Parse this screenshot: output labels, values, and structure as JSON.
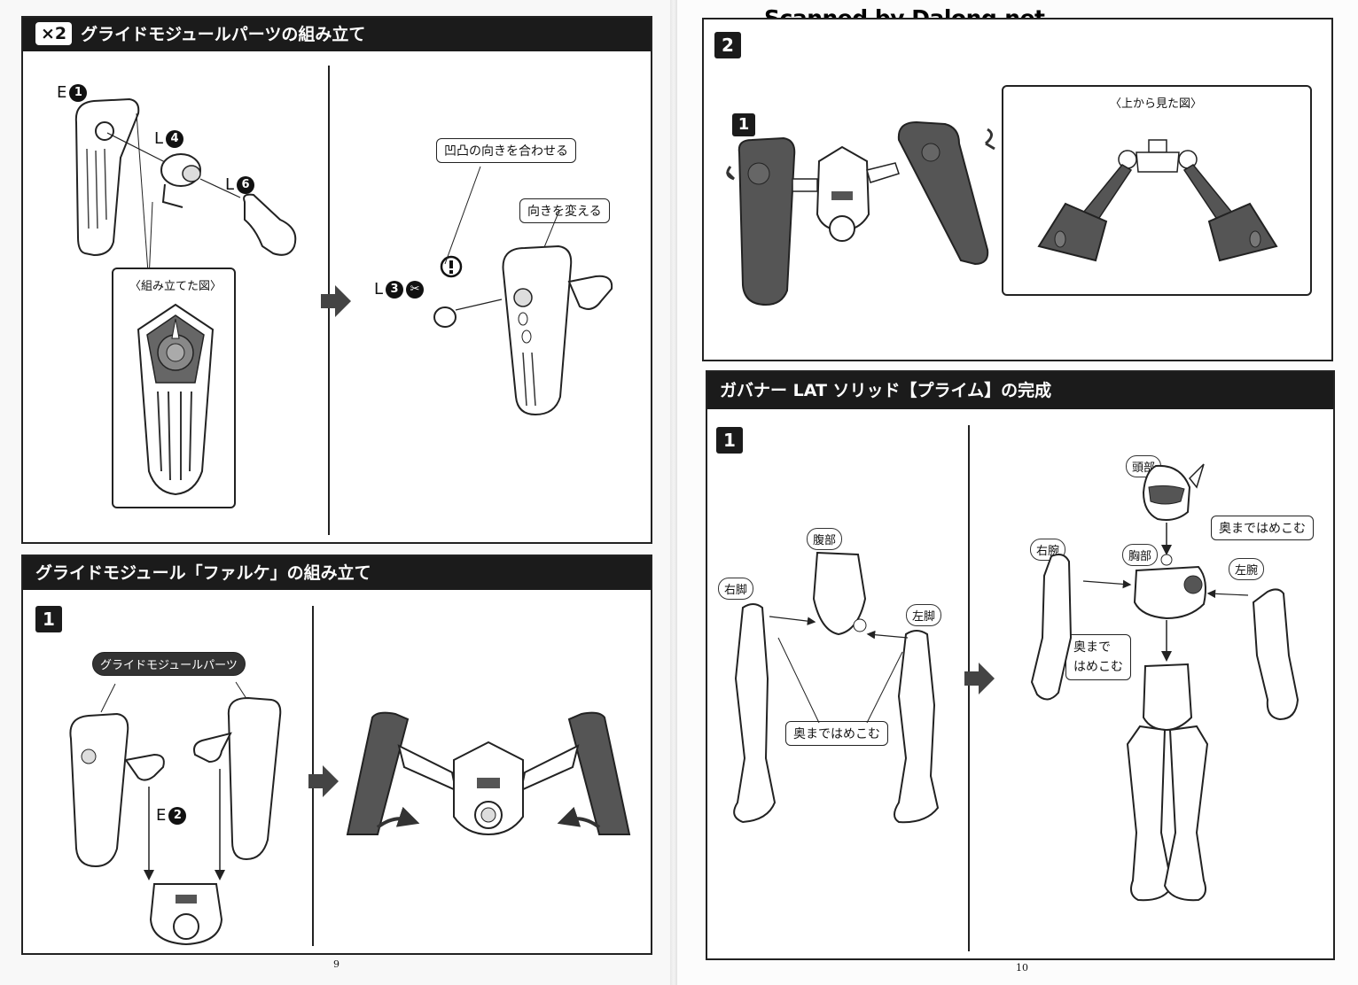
{
  "watermark": "Scanned by Dalong.net",
  "left_page": {
    "page_number": "9",
    "section1": {
      "multiplier": "×2",
      "title": "グライドモジュールパーツの組み立て",
      "parts": [
        {
          "letter": "E",
          "num": "1"
        },
        {
          "letter": "L",
          "num": "4"
        },
        {
          "letter": "L",
          "num": "6"
        },
        {
          "letter": "L",
          "num": "3"
        }
      ],
      "assembled_label": "〈組み立てた図〉",
      "callout_align": "凹凸の向きを合わせる",
      "callout_direction": "向きを変える",
      "caution_icon": "exclamation-icon"
    },
    "section2": {
      "title": "グライドモジュール「ファルケ」の組み立て",
      "step": "1",
      "parts_label": "グライドモジュールパーツ",
      "part": {
        "letter": "E",
        "num": "2"
      }
    }
  },
  "right_page": {
    "page_number": "10",
    "section1": {
      "step": "2",
      "sub_step": "1",
      "top_view_label": "〈上から見た図〉"
    },
    "section2": {
      "title": "ガバナー LAT ソリッド【プライム】の完成",
      "step": "1",
      "labels": {
        "abdomen": "腹部",
        "right_leg": "右脚",
        "left_leg": "左脚",
        "push_in_legs": "奥まではめこむ",
        "head": "頭部",
        "push_in_head": "奥まではめこむ",
        "right_arm": "右腕",
        "chest": "胸部",
        "left_arm": "左腕",
        "push_in_body_line1": "奥まで",
        "push_in_body_line2": "はめこむ"
      }
    }
  },
  "colors": {
    "header_bg": "#1b1b1b",
    "part_dark": "#555555",
    "arrow_gray": "#333333"
  }
}
